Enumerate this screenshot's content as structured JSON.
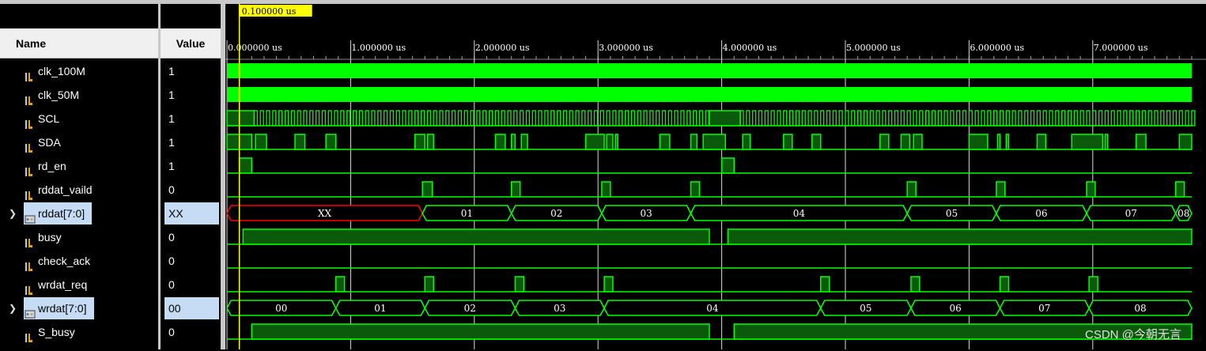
{
  "header": {
    "name_label": "Name",
    "value_label": "Value"
  },
  "cursor": {
    "label": "0.100000 us",
    "time_us": 0.1,
    "color": "#ffff00"
  },
  "timeline": {
    "start_us": 0,
    "end_us": 7.8,
    "ticks": [
      {
        "t": 0,
        "label": "0.000000 us"
      },
      {
        "t": 1,
        "label": "1.000000 us"
      },
      {
        "t": 2,
        "label": "2.000000 us"
      },
      {
        "t": 3,
        "label": "3.000000 us"
      },
      {
        "t": 4,
        "label": "4.000000 us"
      },
      {
        "t": 5,
        "label": "5.000000 us"
      },
      {
        "t": 6,
        "label": "6.000000 us"
      },
      {
        "t": 7,
        "label": "7.000000 us"
      }
    ]
  },
  "colors": {
    "wave": "#00ff00",
    "bus_unknown": "#ff0000",
    "grid": "#ffffff",
    "background": "#000000"
  },
  "signals": [
    {
      "name": "clk_100M",
      "value": "1",
      "type": "clock",
      "icon": "bit-signal-icon"
    },
    {
      "name": "clk_50M",
      "value": "1",
      "type": "clock",
      "icon": "bit-signal-icon"
    },
    {
      "name": "SCL",
      "value": "1",
      "type": "scl",
      "icon": "bit-signal-icon",
      "bursts": [
        [
          0,
          0.22
        ],
        [
          0.22,
          3.9
        ],
        [
          3.9,
          4.15
        ],
        [
          4.15,
          7.8
        ]
      ]
    },
    {
      "name": "SDA",
      "value": "1",
      "type": "bit",
      "icon": "bit-signal-icon",
      "highs": [
        [
          0,
          0.2
        ],
        [
          0.23,
          0.32
        ],
        [
          0.55,
          0.63
        ],
        [
          0.8,
          0.88
        ],
        [
          1.52,
          1.6
        ],
        [
          1.62,
          1.67
        ],
        [
          2.17,
          2.25
        ],
        [
          2.3,
          2.33
        ],
        [
          2.38,
          2.43
        ],
        [
          2.9,
          3.05
        ],
        [
          3.07,
          3.12
        ],
        [
          3.14,
          3.16
        ],
        [
          3.5,
          3.58
        ],
        [
          3.75,
          3.8
        ],
        [
          3.85,
          4.03
        ],
        [
          4.17,
          4.23
        ],
        [
          4.5,
          4.57
        ],
        [
          4.73,
          4.8
        ],
        [
          5.28,
          5.35
        ],
        [
          5.45,
          5.52
        ],
        [
          5.55,
          5.62
        ],
        [
          6.0,
          6.15
        ],
        [
          6.23,
          6.25
        ],
        [
          6.3,
          6.32
        ],
        [
          6.55,
          6.62
        ],
        [
          6.83,
          7.08
        ],
        [
          7.1,
          7.12
        ],
        [
          7.35,
          7.43
        ],
        [
          7.7,
          7.8
        ]
      ]
    },
    {
      "name": "rd_en",
      "value": "1",
      "type": "bit",
      "icon": "bit-signal-icon",
      "highs": [
        [
          0.1,
          0.2
        ],
        [
          4.0,
          4.1
        ]
      ]
    },
    {
      "name": "rddat_vaild",
      "value": "0",
      "type": "bit",
      "icon": "bit-signal-icon",
      "highs": [
        [
          1.58,
          1.66
        ],
        [
          2.3,
          2.37
        ],
        [
          3.03,
          3.1
        ],
        [
          3.75,
          3.82
        ],
        [
          5.5,
          5.57
        ],
        [
          6.22,
          6.29
        ],
        [
          6.95,
          7.02
        ],
        [
          7.67,
          7.74
        ]
      ]
    },
    {
      "name": "rddat[7:0]",
      "value": "XX",
      "type": "bus",
      "icon": "bus-signal-icon",
      "expandable": true,
      "highlighted": true,
      "segments": [
        {
          "s": 0,
          "e": 1.58,
          "label": "XX",
          "unknown": true
        },
        {
          "s": 1.58,
          "e": 2.3,
          "label": "01"
        },
        {
          "s": 2.3,
          "e": 3.03,
          "label": "02"
        },
        {
          "s": 3.03,
          "e": 3.75,
          "label": "03"
        },
        {
          "s": 3.75,
          "e": 5.5,
          "label": "04"
        },
        {
          "s": 5.5,
          "e": 6.22,
          "label": "05"
        },
        {
          "s": 6.22,
          "e": 6.95,
          "label": "06"
        },
        {
          "s": 6.95,
          "e": 7.67,
          "label": "07"
        },
        {
          "s": 7.67,
          "e": 7.8,
          "label": "08"
        }
      ]
    },
    {
      "name": "busy",
      "value": "0",
      "type": "bit",
      "icon": "bit-signal-icon",
      "highs": [
        [
          0.13,
          3.9
        ],
        [
          4.05,
          7.8
        ]
      ]
    },
    {
      "name": "check_ack",
      "value": "0",
      "type": "bit",
      "icon": "bit-signal-icon",
      "highs": []
    },
    {
      "name": "wrdat_req",
      "value": "0",
      "type": "bit",
      "icon": "bit-signal-icon",
      "highs": [
        [
          0.88,
          0.95
        ],
        [
          1.6,
          1.67
        ],
        [
          2.33,
          2.4
        ],
        [
          3.05,
          3.12
        ],
        [
          4.8,
          4.87
        ],
        [
          5.53,
          5.6
        ],
        [
          6.25,
          6.32
        ],
        [
          6.97,
          7.04
        ]
      ]
    },
    {
      "name": "wrdat[7:0]",
      "value": "00",
      "type": "bus",
      "icon": "bus-signal-icon",
      "expandable": true,
      "highlighted": true,
      "segments": [
        {
          "s": 0,
          "e": 0.88,
          "label": "00"
        },
        {
          "s": 0.88,
          "e": 1.6,
          "label": "01"
        },
        {
          "s": 1.6,
          "e": 2.33,
          "label": "02"
        },
        {
          "s": 2.33,
          "e": 3.05,
          "label": "03"
        },
        {
          "s": 3.05,
          "e": 4.8,
          "label": "04"
        },
        {
          "s": 4.8,
          "e": 5.53,
          "label": "05"
        },
        {
          "s": 5.53,
          "e": 6.25,
          "label": "06"
        },
        {
          "s": 6.25,
          "e": 6.97,
          "label": "07"
        },
        {
          "s": 6.97,
          "e": 7.8,
          "label": "08"
        }
      ]
    },
    {
      "name": "S_busy",
      "value": "0",
      "type": "bit",
      "icon": "bit-signal-icon",
      "highs": [
        [
          0.2,
          3.9
        ],
        [
          4.1,
          7.8
        ]
      ]
    }
  ],
  "watermark": "CSDN @今朝无言"
}
